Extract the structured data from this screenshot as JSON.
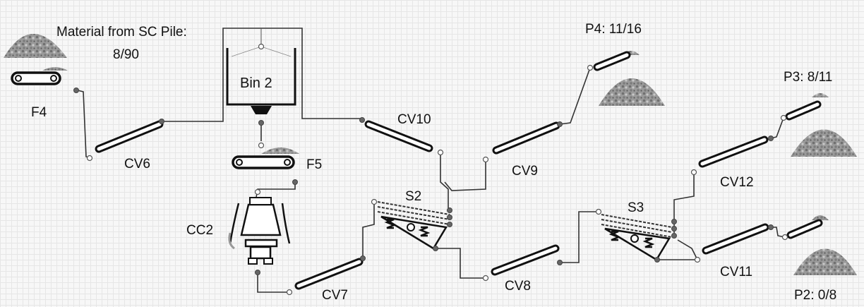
{
  "labels": {
    "source_line1": "Material from SC Pile:",
    "source_line2": "8/90",
    "p4": "P4: 11/16",
    "p3": "P3: 8/11",
    "p2": "P2: 0/8",
    "bin2": "Bin 2",
    "f4": "F4",
    "f5": "F5",
    "cc2": "CC2",
    "s2": "S2",
    "s3": "S3",
    "cv6": "CV6",
    "cv7": "CV7",
    "cv8": "CV8",
    "cv9": "CV9",
    "cv10": "CV10",
    "cv11": "CV11",
    "cv12": "CV12"
  },
  "colors": {
    "pile": "#8f8f8f",
    "pile_dark": "#6a6a6a",
    "line": "#333333",
    "background": "#f7f7f7"
  },
  "icons": [
    "material-pile-icon",
    "conveyor-belt-icon",
    "bin-icon",
    "cone-crusher-icon",
    "vibrating-screen-icon"
  ]
}
